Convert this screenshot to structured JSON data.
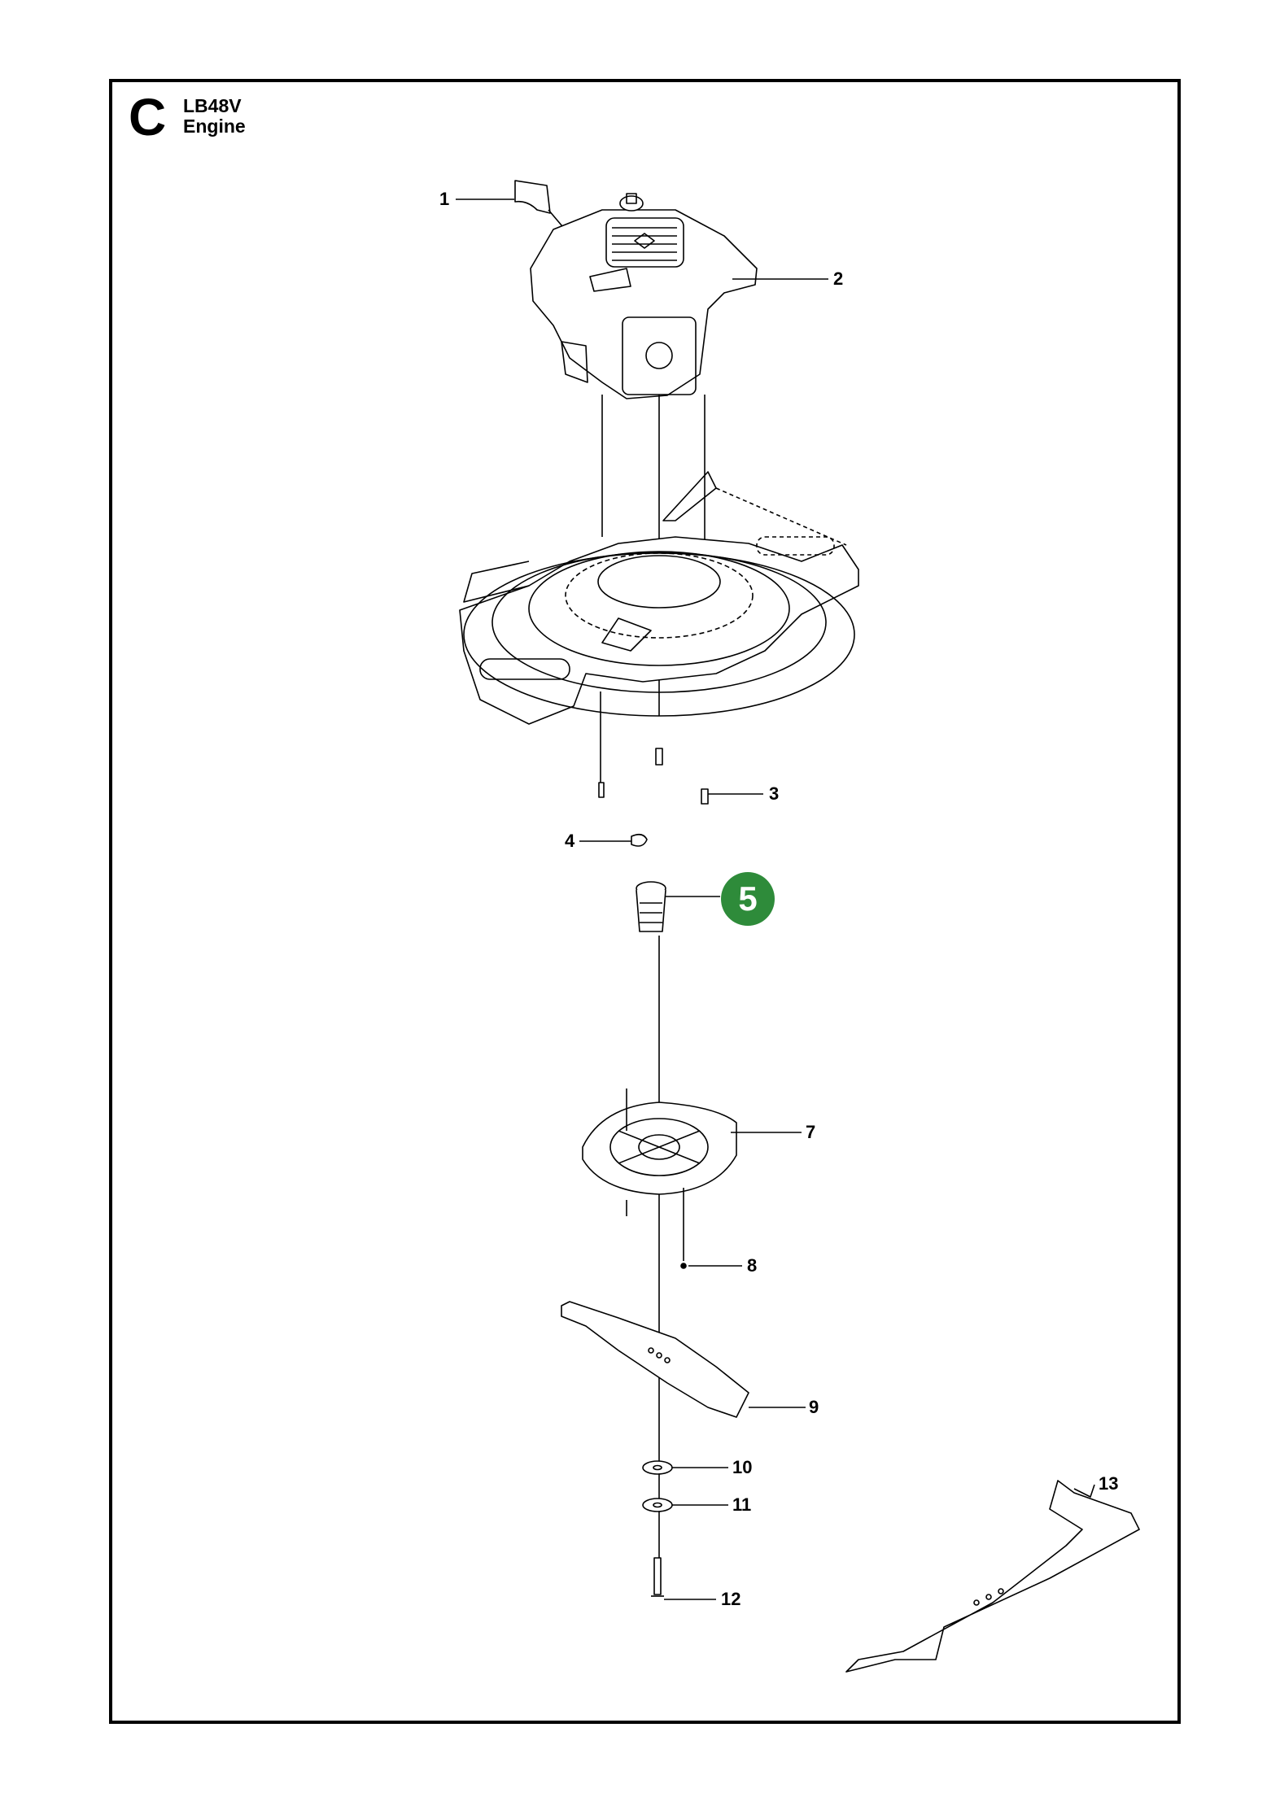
{
  "header": {
    "section_letter": "C",
    "model": "LB48V",
    "title": "Engine"
  },
  "callouts": [
    {
      "id": "1"
    },
    {
      "id": "2"
    },
    {
      "id": "3"
    },
    {
      "id": "4"
    },
    {
      "id": "5",
      "highlighted": true
    },
    {
      "id": "7"
    },
    {
      "id": "8"
    },
    {
      "id": "9"
    },
    {
      "id": "10"
    },
    {
      "id": "11"
    },
    {
      "id": "12"
    },
    {
      "id": "13"
    }
  ],
  "colors": {
    "highlight": "#2e8b3a",
    "line": "#000000"
  }
}
